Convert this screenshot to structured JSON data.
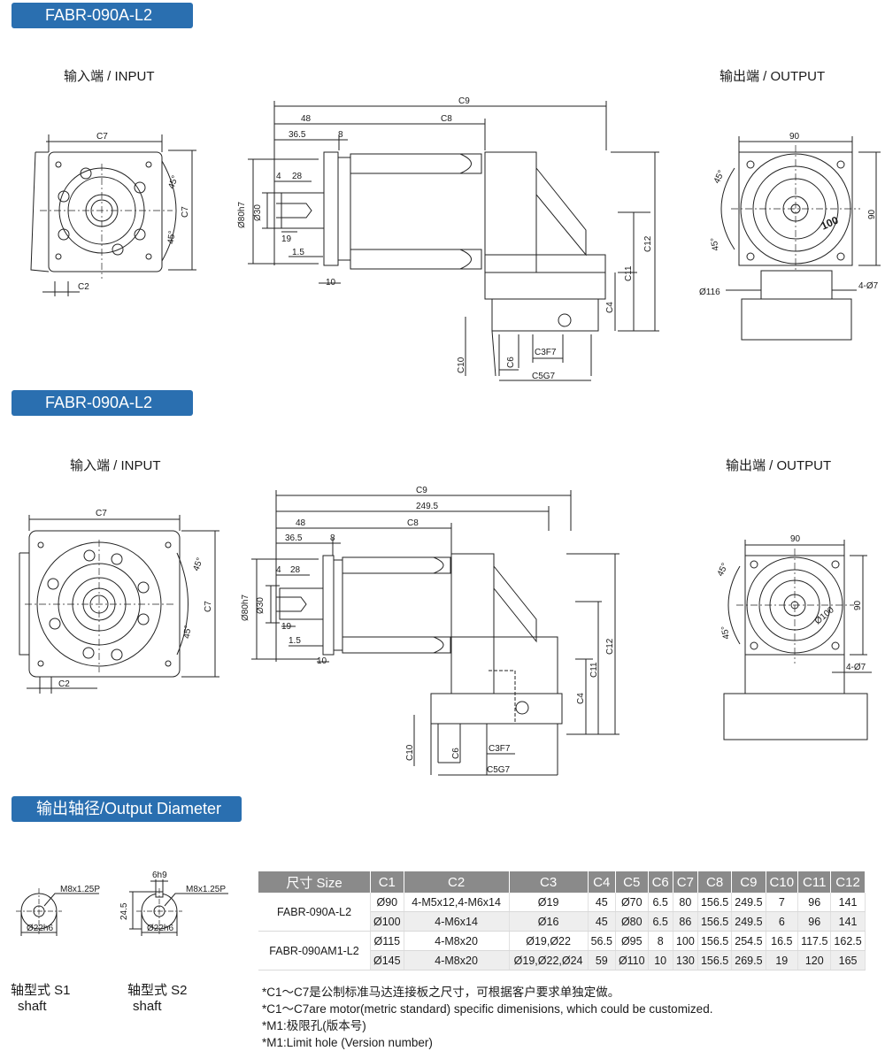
{
  "sections": [
    {
      "title": "FABR-090A-L2",
      "input_label": "输入端 / INPUT",
      "output_label": "输出端 / OUTPUT"
    },
    {
      "title": "FABR-090A-L2",
      "input_label": "输入端 / INPUT",
      "output_label": "输出端 / OUTPUT"
    }
  ],
  "diameter_section": {
    "title": "输出轴径/Output Diameter"
  },
  "drawing1": {
    "c7_top": "C7",
    "angle_a": "45°",
    "angle_b": "45°",
    "c7_side": "C7",
    "c2": "C2",
    "c9": "C9",
    "d48": "48",
    "c8": "C8",
    "d365": "36.5",
    "d8": "8",
    "d80": "Ø80h7",
    "d30": "Ø30",
    "d4": "4",
    "d28": "28",
    "d19": "19",
    "d15": "1.5",
    "d10": "10",
    "c12": "C12",
    "c11": "C11",
    "c4": "C4",
    "c10": "C10",
    "c6": "C6",
    "c3f7": "C3F7",
    "c5g7": "C5G7",
    "o90": "90",
    "o45a": "45°",
    "o45b": "45°",
    "o90side": "90",
    "o100": "100",
    "o116": "Ø116",
    "o4d7": "4-Ø7"
  },
  "drawing2": {
    "c7_top": "C7",
    "angle_a": "45°",
    "angle_b": "45°",
    "c7_side": "C7",
    "c2": "C2",
    "c9": "C9",
    "d2495": "249.5",
    "d48": "48",
    "c8": "C8",
    "d365": "36.5",
    "d8": "8",
    "d80": "Ø80h7",
    "d30": "Ø30",
    "d4": "4",
    "d28": "28",
    "d19": "19",
    "d15": "1.5",
    "d10": "10",
    "c12": "C12",
    "c11": "C11",
    "c4": "C4",
    "c10": "C10",
    "c6": "C6",
    "c3f7": "C3F7",
    "c5g7": "C5G7",
    "o90": "90",
    "o45a": "45°",
    "o45b": "45°",
    "o90side": "90",
    "o100": "Ø100",
    "o4d7": "4-Ø7"
  },
  "shafts": [
    {
      "thread": "M8x1.25P",
      "dia": "Ø22h6",
      "name_cn": "轴型式 S1",
      "name_en": "shaft"
    },
    {
      "thread": "M8x1.25P",
      "dia": "Ø22h6",
      "key": "6h9",
      "height": "24.5",
      "name_cn": "轴型式 S2",
      "name_en": "shaft"
    }
  ],
  "table": {
    "headers": [
      "尺寸 Size",
      "C1",
      "C2",
      "C3",
      "C4",
      "C5",
      "C6",
      "C7",
      "C8",
      "C9",
      "C10",
      "C11",
      "C12"
    ],
    "groups": [
      {
        "model": "FABR-090A-L2",
        "rows": [
          [
            "Ø90",
            "4-M5x12,4-M6x14",
            "Ø19",
            "45",
            "Ø70",
            "6.5",
            "80",
            "156.5",
            "249.5",
            "7",
            "96",
            "141"
          ],
          [
            "Ø100",
            "4-M6x14",
            "Ø16",
            "45",
            "Ø80",
            "6.5",
            "86",
            "156.5",
            "249.5",
            "6",
            "96",
            "141"
          ]
        ]
      },
      {
        "model": "FABR-090AM1-L2",
        "rows": [
          [
            "Ø115",
            "4-M8x20",
            "Ø19,Ø22",
            "56.5",
            "Ø95",
            "8",
            "100",
            "156.5",
            "254.5",
            "16.5",
            "117.5",
            "162.5"
          ],
          [
            "Ø145",
            "4-M8x20",
            "Ø19,Ø22,Ø24",
            "59",
            "Ø110",
            "10",
            "130",
            "156.5",
            "269.5",
            "19",
            "120",
            "165"
          ]
        ]
      }
    ]
  },
  "notes": [
    "*C1～C7是公制标准马达连接板之尺寸，可根据客户要求单独定做。",
    "*C1～C7are motor(metric standard) specific dimenisions, which could be customized.",
    "*M1:极限孔(版本号)",
    "*M1:Limit hole (Version number)"
  ]
}
